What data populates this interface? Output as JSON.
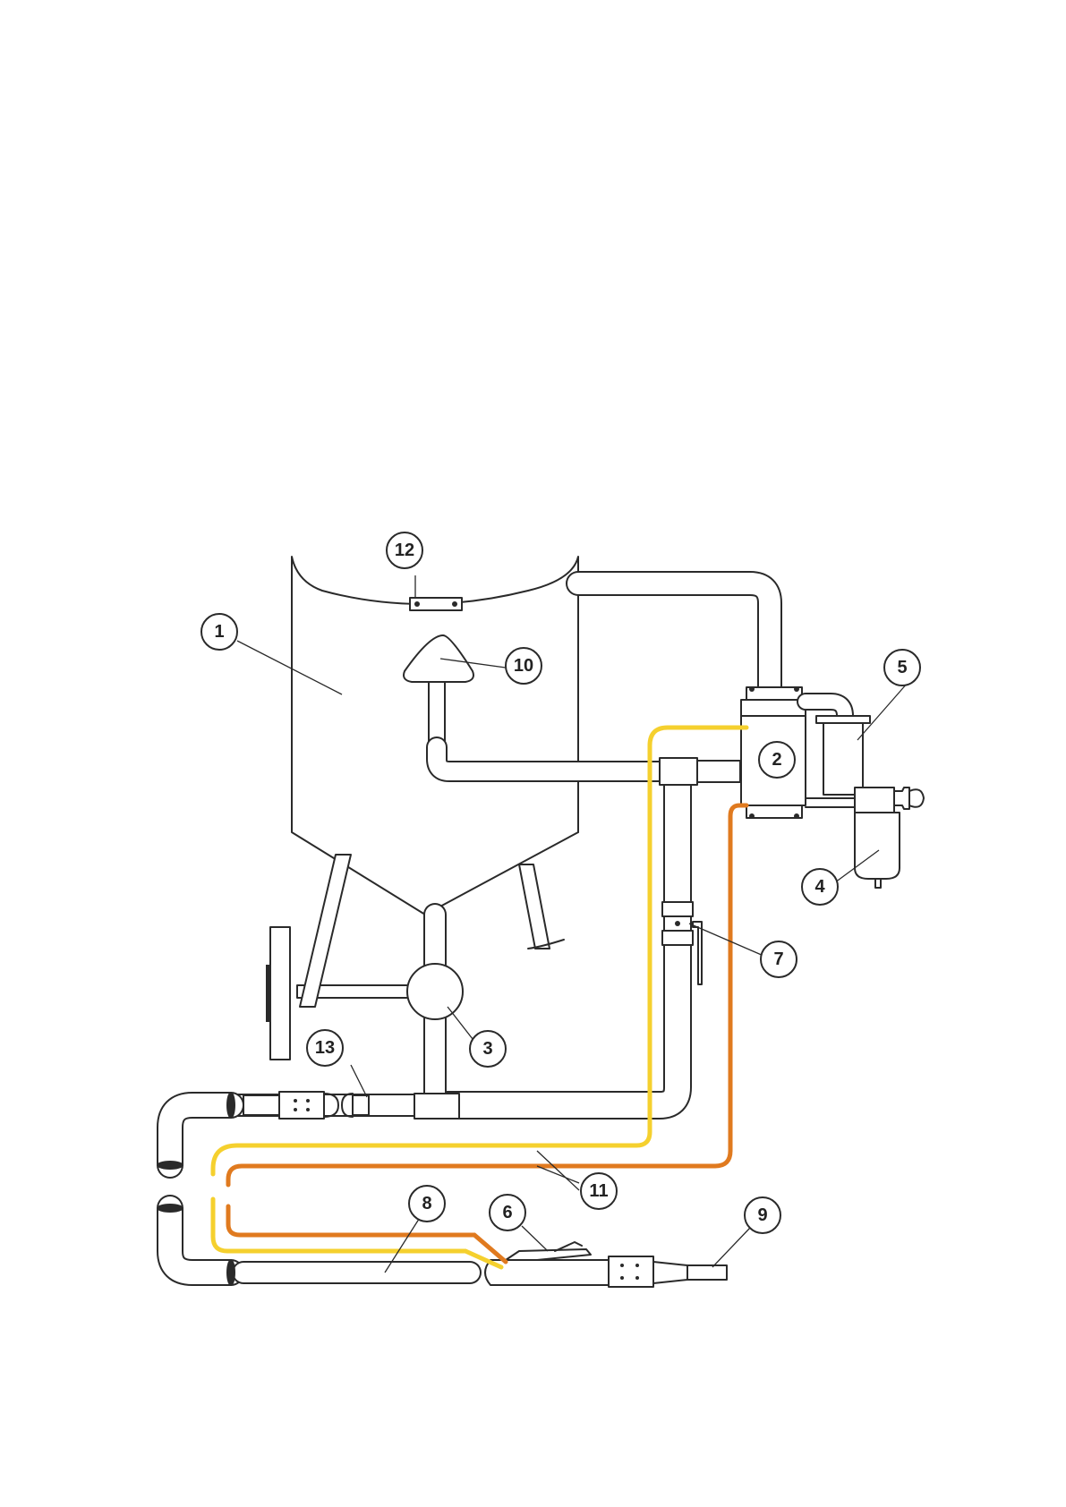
{
  "colors": {
    "line": "#2a2a2a",
    "yellow_hose": "#f5d02e",
    "orange_hose": "#e07a1f",
    "background": "#ffffff"
  },
  "callouts": {
    "c1": "1",
    "c2": "2",
    "c3": "3",
    "c4": "4",
    "c5": "5",
    "c6": "6",
    "c7": "7",
    "c8": "8",
    "c9": "9",
    "c10": "10",
    "c11": "11",
    "c12": "12",
    "c13": "13"
  }
}
